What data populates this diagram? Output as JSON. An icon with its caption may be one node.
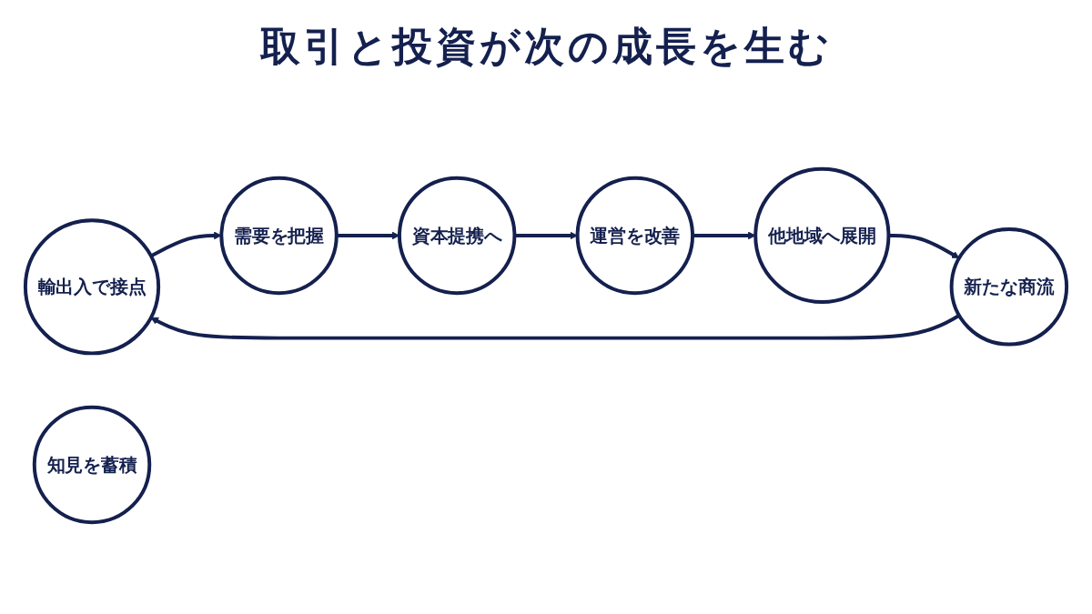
{
  "diagram": {
    "title": "取引と投資が次の成長を生む",
    "nodes": [
      {
        "text": [
          "輸出入で接点"
        ]
      },
      {
        "text": [
          "需要を把握"
        ]
      },
      {
        "text": [
          "資本提携へ"
        ]
      },
      {
        "text": [
          "運営を改善"
        ]
      },
      {
        "text": [
          "他地域へ展開"
        ]
      },
      {
        "text": [
          "新たな商流"
        ]
      },
      {
        "text": [
          "知見を蓄積"
        ]
      }
    ],
    "edges": [
      {
        "from": 0,
        "to": 1,
        "arrow": "to"
      },
      {
        "from": 1,
        "to": 2,
        "arrow": "to"
      },
      {
        "from": 2,
        "to": 3,
        "arrow": "to"
      },
      {
        "from": 3,
        "to": 4,
        "arrow": "to"
      },
      {
        "from": 4,
        "to": 5,
        "arrow": "to"
      },
      {
        "from": 5,
        "to": 0,
        "arrow": "to"
      }
    ]
  }
}
